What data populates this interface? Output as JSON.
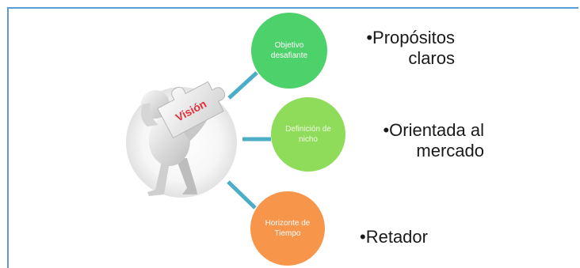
{
  "diagram": {
    "figure": {
      "icon": "person-carrying-puzzle-piece-icon",
      "puzzle_label": "Visión"
    },
    "nodes": [
      {
        "id": "objetivo",
        "label": "Objetivo desafiante",
        "color": "#4dd16a",
        "description": "•Propósitos claros"
      },
      {
        "id": "definicion",
        "label": "Definición de nicho",
        "color": "#8fdc5a",
        "description": "•Orientada al mercado"
      },
      {
        "id": "horizonte",
        "label": "Horizonte de Tiempo",
        "color": "#f7954a",
        "description": "•Retador"
      }
    ],
    "connector_color": "#4badc6",
    "frame_color": "#5b9bd5"
  }
}
